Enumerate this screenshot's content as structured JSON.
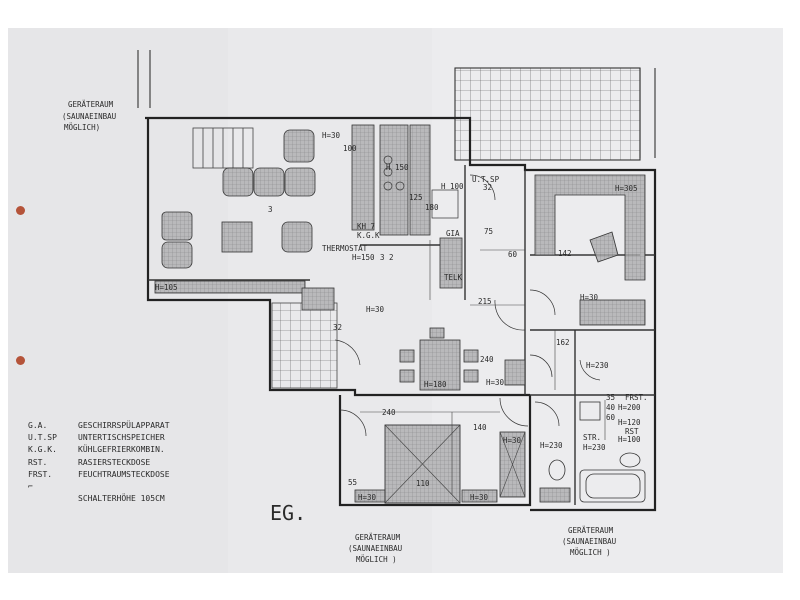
{
  "rooms": {
    "geraeteraum_top": {
      "line1": "GERÄTERAUM",
      "line2": "(SAUNAEINBAU",
      "line3": "MÖGLICH)"
    },
    "geraeteraum_bottom_left": {
      "line1": "GERÄTERAUM",
      "line2": "(SAUNAEINBAU",
      "line3": "MÖGLICH )"
    },
    "geraeteraum_bottom_right": {
      "line1": "GERÄTERAUM",
      "line2": "(SAUNAEINBAU",
      "line3": "MÖGLICH )"
    }
  },
  "floor_label": "EG.",
  "annotations": {
    "h30_top": "H=30",
    "d100": "100",
    "h150": "H 150",
    "h100": "H 100",
    "utsp": "U.T.SP",
    "h305": "H=305",
    "d32": "32",
    "outlet3": "3",
    "kh_kgk": "KH 7",
    "kgk": "K.G.K",
    "thermostat": "THERMOSTAT",
    "thermo_h": "H=150",
    "thermo_32": "3 2",
    "ga": "GIA",
    "telk": "TELK",
    "d142": "142",
    "d60": "60",
    "d75": "75",
    "d180": "180",
    "d125": "125",
    "h105": "H=105",
    "d215": "215",
    "h30_mid": "H=30",
    "h30_right": "H=30",
    "d32b": "32",
    "d162": "162",
    "d240a": "240",
    "h180": "H=180",
    "h30_b": "H=30",
    "h230a": "H=230",
    "d240b": "240",
    "d140": "140",
    "h30_c": "H=30",
    "h230b": "H=230",
    "str": "STR.",
    "h230c": "H=230",
    "frst": "FRST.",
    "h200": "H=200",
    "h120": "H=120",
    "rst": "RST",
    "h100b": "H=100",
    "d35": "35",
    "d40": "40",
    "d60b": "60",
    "d55": "55",
    "h30_d": "H=30",
    "d110": "110",
    "h30_e": "H=30"
  },
  "legend": [
    {
      "key": "G.A.",
      "value": "GESCHIRRSPÜLAPPARAT"
    },
    {
      "key": "U.T.SP",
      "value": "UNTERTISCHSPEICHER"
    },
    {
      "key": "K.G.K.",
      "value": "KÜHLGEFRIERKOMBIN."
    },
    {
      "key": "RST.",
      "value": "RASIERSTECKDOSE"
    },
    {
      "key": "FRST.",
      "value": "FEUCHTRAUMSTECKDOSE"
    },
    {
      "key": "⌐",
      "value": ""
    },
    {
      "key": "",
      "value": "SCHALTERHÖHE 105CM"
    }
  ],
  "colors": {
    "paper": "#e9e9eb",
    "ink": "#2a2a2a",
    "hatch": "#6a6a6a",
    "punch_hole": "#b5543a"
  }
}
